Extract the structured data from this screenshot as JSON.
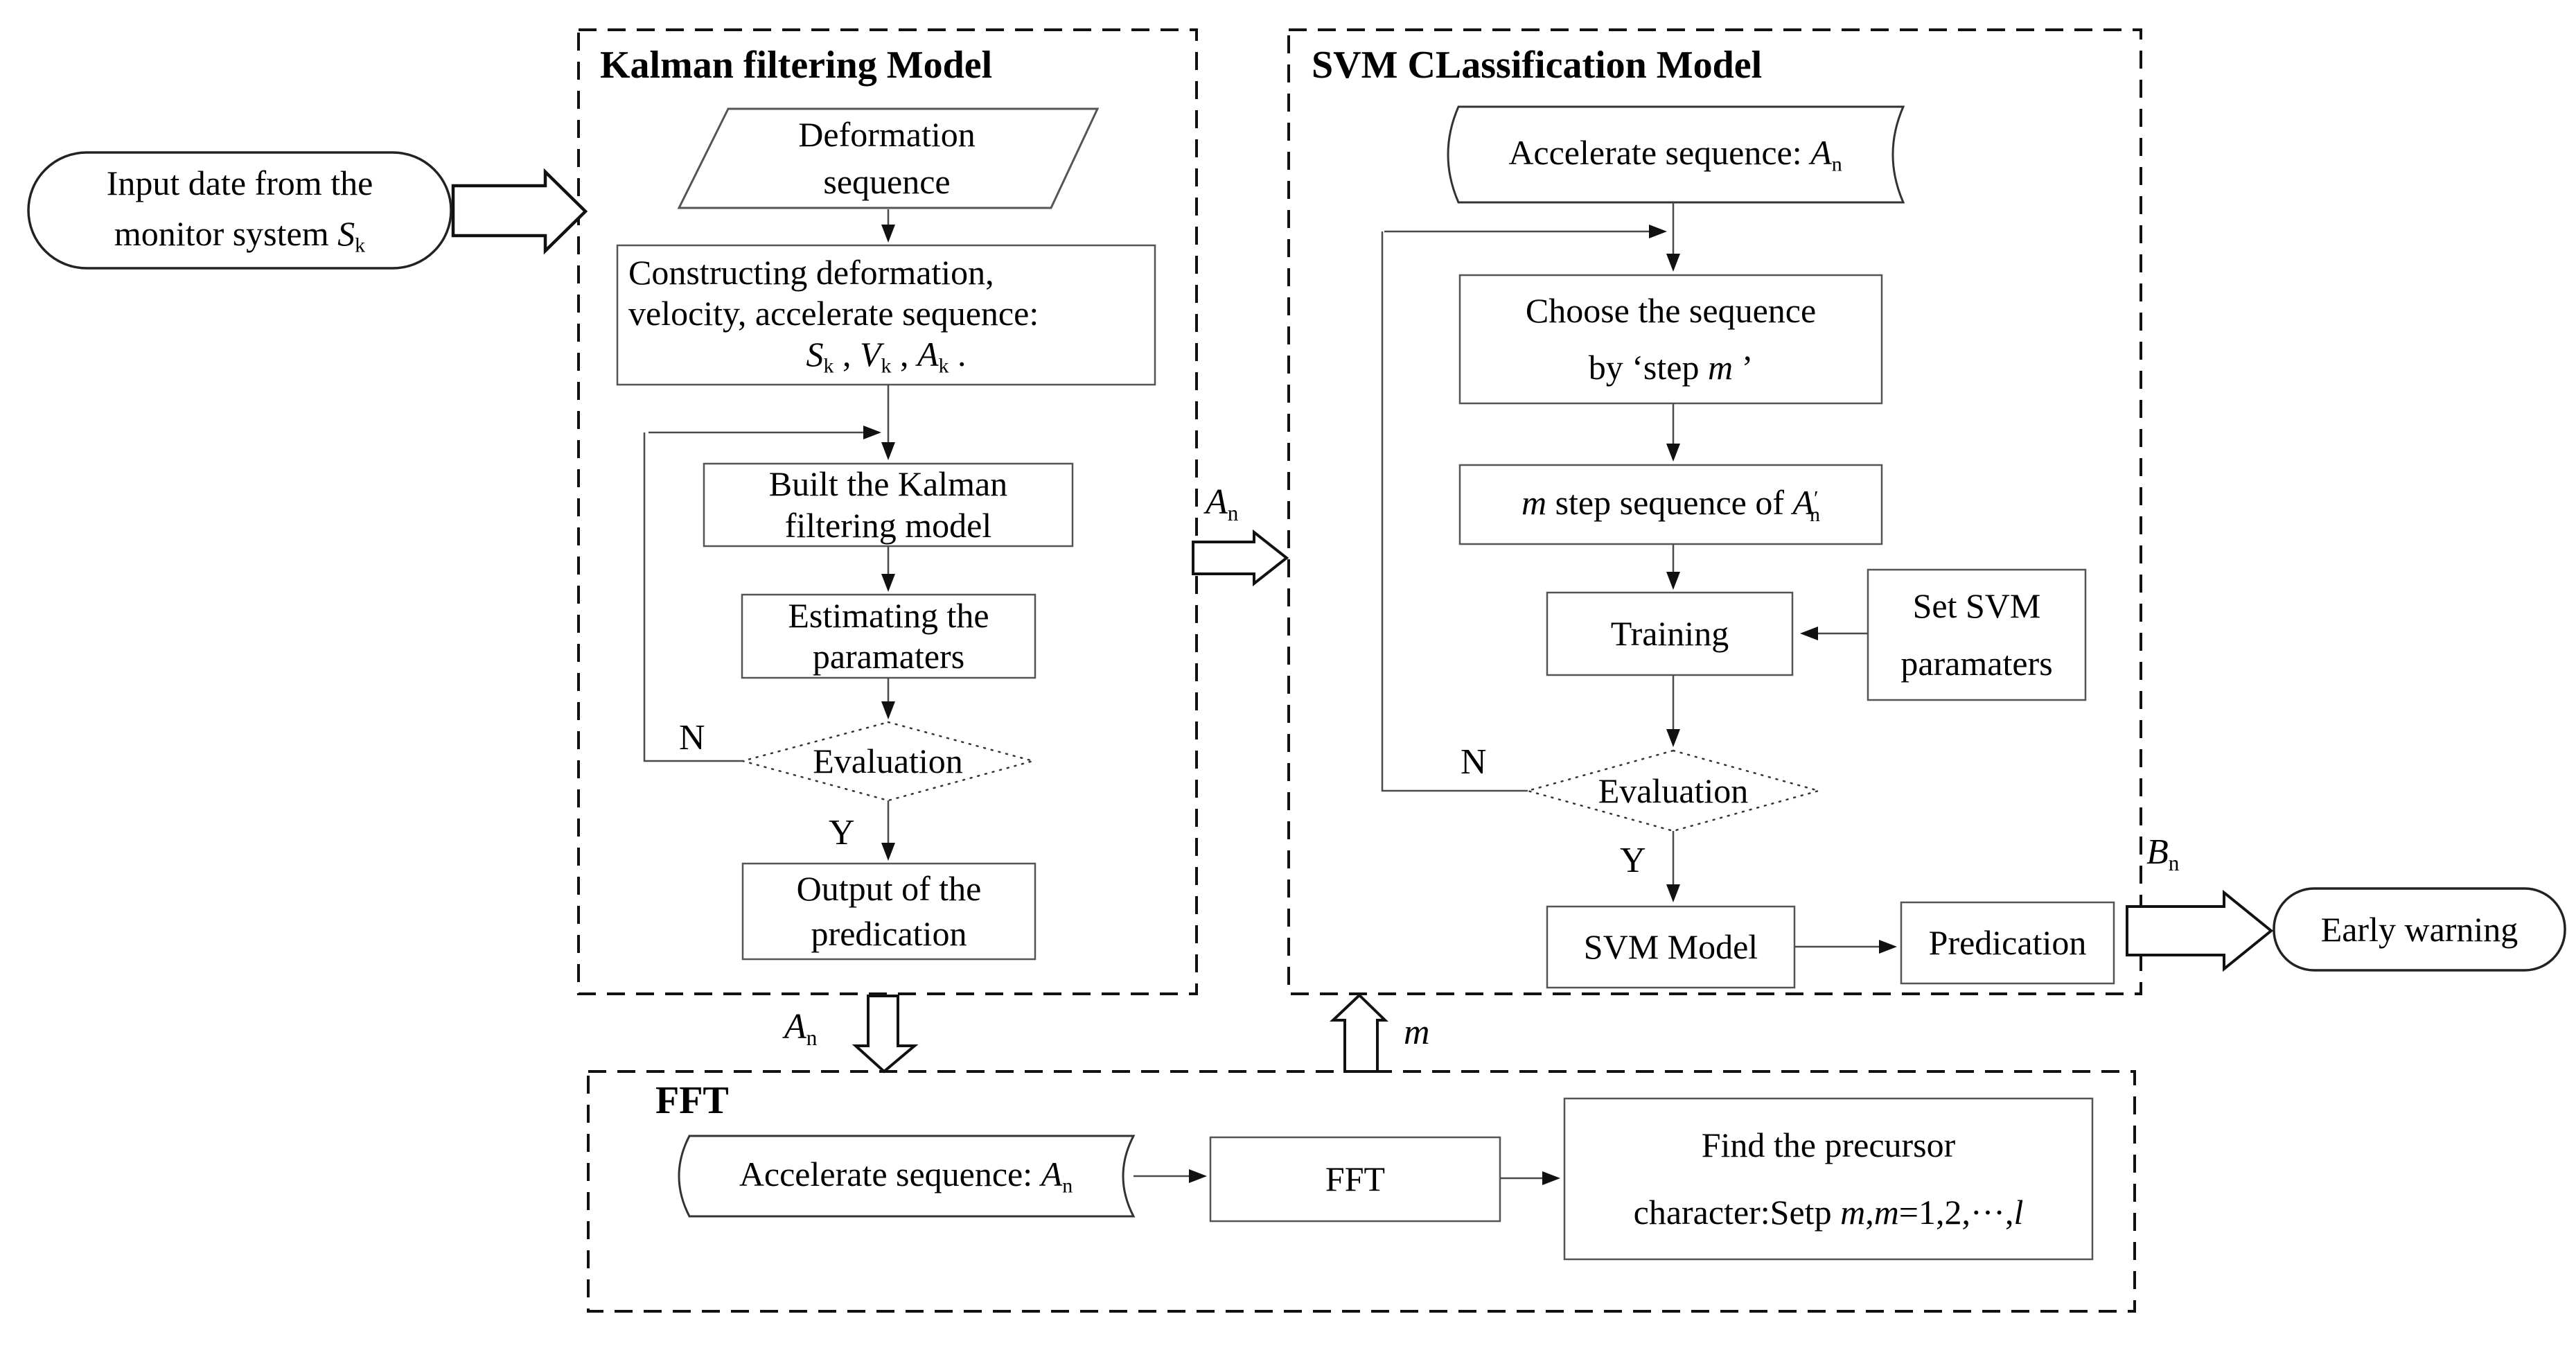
{
  "colors": {
    "background": "#ffffff",
    "ink": "#111111",
    "box_border": "#555555",
    "connector": "#4a4a4a"
  },
  "containers": {
    "kalman": {
      "title": "Kalman filtering Model"
    },
    "svm": {
      "title": "SVM CLassification Model"
    },
    "fft": {
      "title": "FFT"
    }
  },
  "nodes": {
    "input": {
      "lines": [
        [
          {
            "t": "Input date from the"
          }
        ],
        [
          {
            "t": "monitor system "
          },
          {
            "t": "S",
            "i": 1
          },
          {
            "t": "k",
            "sub": 1
          }
        ]
      ]
    },
    "deformation": {
      "lines": [
        [
          {
            "t": "Deformation"
          }
        ],
        [
          {
            "t": "sequence"
          }
        ]
      ]
    },
    "constructing": {
      "lines": [
        [
          {
            "t": "Constructing deformation,"
          }
        ],
        [
          {
            "t": "velocity, accelerate sequence:"
          }
        ],
        [
          {
            "t": "S",
            "i": 1
          },
          {
            "t": "k",
            "sub": 1
          },
          {
            "t": " ,  "
          },
          {
            "t": "V",
            "i": 1
          },
          {
            "t": "k",
            "sub": 1
          },
          {
            "t": " ,  "
          },
          {
            "t": "A",
            "i": 1
          },
          {
            "t": "k",
            "sub": 1
          },
          {
            "t": " ."
          }
        ]
      ]
    },
    "built": {
      "lines": [
        [
          {
            "t": "Built the Kalman"
          }
        ],
        [
          {
            "t": "filtering model"
          }
        ]
      ]
    },
    "estimating": {
      "lines": [
        [
          {
            "t": "Estimating the"
          }
        ],
        [
          {
            "t": "paramaters"
          }
        ]
      ]
    },
    "eval_left": {
      "lines": [
        [
          {
            "t": "Evaluation"
          }
        ]
      ]
    },
    "output": {
      "lines": [
        [
          {
            "t": "Output of the"
          }
        ],
        [
          {
            "t": "predication"
          }
        ]
      ]
    },
    "accel_svm": {
      "lines": [
        [
          {
            "t": "Accelerate sequence:  "
          },
          {
            "t": "A",
            "i": 1
          },
          {
            "t": "n",
            "sub": 1
          }
        ]
      ]
    },
    "choose": {
      "lines": [
        [
          {
            "t": "Choose the sequence"
          }
        ],
        [
          {
            "t": "by  ‘step "
          },
          {
            "t": "m",
            "i": 1
          },
          {
            "t": " ’"
          }
        ]
      ]
    },
    "mstep": {
      "lines": [
        [
          {
            "t": "m",
            "i": 1
          },
          {
            "t": " step sequence of  "
          },
          {
            "t": "A",
            "i": 1
          },
          {
            "t": "′",
            "sup": 1
          },
          {
            "t": "n",
            "sub": 1,
            "cls": "tuck"
          }
        ]
      ]
    },
    "training": {
      "lines": [
        [
          {
            "t": "Training"
          }
        ]
      ]
    },
    "set_svm": {
      "lines": [
        [
          {
            "t": "Set SVM"
          }
        ],
        [
          {
            "t": "paramaters"
          }
        ]
      ]
    },
    "eval_right": {
      "lines": [
        [
          {
            "t": "Evaluation"
          }
        ]
      ]
    },
    "svm_model": {
      "lines": [
        [
          {
            "t": "SVM  Model"
          }
        ]
      ]
    },
    "predication": {
      "lines": [
        [
          {
            "t": "Predication"
          }
        ]
      ]
    },
    "early_warning": {
      "lines": [
        [
          {
            "t": "Early warning"
          }
        ]
      ]
    },
    "accel_fft": {
      "lines": [
        [
          {
            "t": "Accelerate sequence: "
          },
          {
            "t": "A",
            "i": 1
          },
          {
            "t": "n",
            "sub": 1
          }
        ]
      ]
    },
    "fft_rect": {
      "lines": [
        [
          {
            "t": "FFT"
          }
        ]
      ]
    },
    "find": {
      "lines": [
        [
          {
            "t": "Find the precursor"
          }
        ],
        [
          {
            "t": "character:Setp "
          },
          {
            "t": "m",
            "i": 1
          },
          {
            "t": ","
          },
          {
            "t": "m",
            "i": 1
          },
          {
            "t": "=1,2,···,"
          },
          {
            "t": "l",
            "i": 1
          }
        ]
      ]
    }
  },
  "labels": {
    "n_left": "N",
    "y_left": "Y",
    "n_right": "N",
    "y_right": "Y",
    "a_n_mid": [
      {
        "t": "A",
        "i": 1
      },
      {
        "t": "n",
        "sub": 1
      }
    ],
    "a_n_down": [
      {
        "t": "A",
        "i": 1
      },
      {
        "t": "n",
        "sub": 1
      }
    ],
    "m_up": [
      {
        "t": "m",
        "i": 1
      }
    ],
    "b_n": [
      {
        "t": "B",
        "i": 1
      },
      {
        "t": "n",
        "sub": 1
      }
    ]
  }
}
